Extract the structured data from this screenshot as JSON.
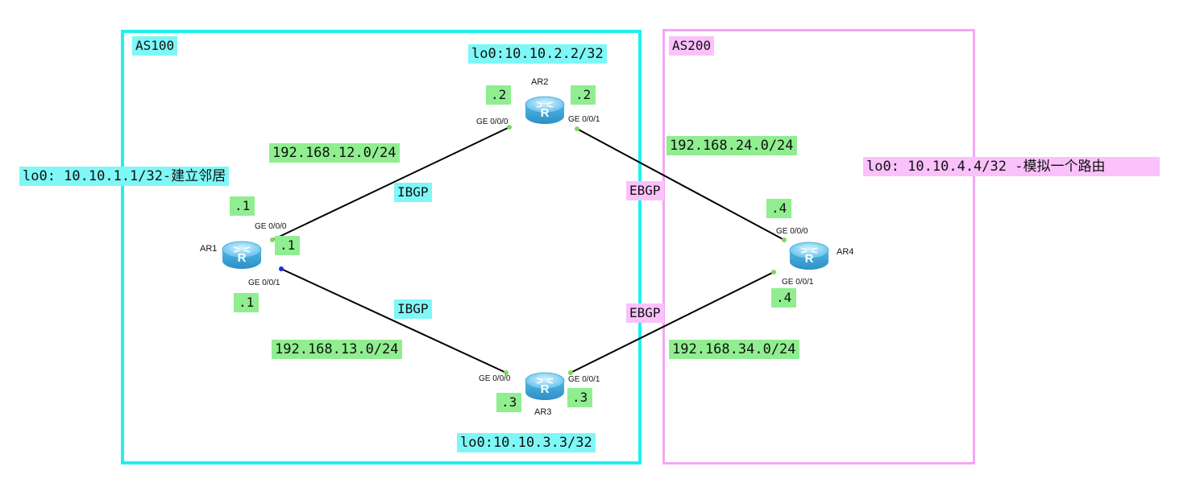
{
  "areas": {
    "as100": "AS100",
    "as200": "AS200"
  },
  "loopbacks": {
    "ar1": "lo0: 10.10.1.1/32-建立邻居",
    "ar2": "lo0:10.10.2.2/32",
    "ar3": "lo0:10.10.3.3/32",
    "ar4": "lo0: 10.10.4.4/32  -模拟一个路由"
  },
  "networks": {
    "n12": "192.168.12.0/24",
    "n13": "192.168.13.0/24",
    "n24": "192.168.24.0/24",
    "n34": "192.168.34.0/24"
  },
  "sessions": {
    "ibgp_top": "IBGP",
    "ibgp_bottom": "IBGP",
    "ebgp_top": "EBGP",
    "ebgp_bottom": "EBGP"
  },
  "routers": {
    "ar1": "AR1",
    "ar2": "AR2",
    "ar3": "AR3",
    "ar4": "AR4"
  },
  "ports": {
    "ar1_g0": "GE 0/0/0",
    "ar1_g1": "GE 0/0/1",
    "ar2_g0": "GE 0/0/0",
    "ar2_g1": "GE 0/0/1",
    "ar3_g0": "GE 0/0/0",
    "ar3_g1": "GE 0/0/1",
    "ar4_g0": "GE 0/0/0",
    "ar4_g1": "GE 0/0/1"
  },
  "host_ids": {
    "ar1_a": ".1",
    "ar1_b": ".1",
    "ar1_c": ".1",
    "ar2_a": ".2",
    "ar2_b": ".2",
    "ar3_a": ".3",
    "ar3_b": ".3",
    "ar4_a": ".4",
    "ar4_b": ".4"
  },
  "colors": {
    "as100_border": "#1ff0f0",
    "as200_border": "#f5a6f5",
    "subnet_label_bg": "#90ee90",
    "link_line": "#000000"
  }
}
